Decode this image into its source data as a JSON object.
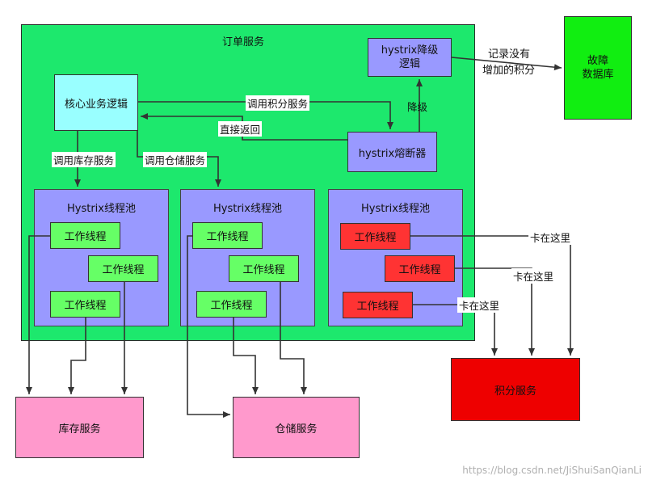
{
  "order_service": {
    "title": "订单服务"
  },
  "core_logic": {
    "label": "核心业务逻辑"
  },
  "fallback": {
    "line1": "hystrix降级",
    "line2": "逻辑"
  },
  "breaker": {
    "label": "hystrix熔断器"
  },
  "fault_db": {
    "line1": "故障",
    "line2": "数据库"
  },
  "pools": [
    {
      "title": "Hystrix线程池",
      "workers": [
        "工作线程",
        "工作线程",
        "工作线程"
      ]
    },
    {
      "title": "Hystrix线程池",
      "workers": [
        "工作线程",
        "工作线程",
        "工作线程"
      ]
    },
    {
      "title": "Hystrix线程池",
      "workers": [
        "工作线程",
        "工作线程",
        "工作线程"
      ]
    }
  ],
  "services": {
    "inventory": "库存服务",
    "warehouse": "仓储服务",
    "points": "积分服务"
  },
  "edge_labels": {
    "call_points": "调用积分服务",
    "return_direct": "直接返回",
    "degrade": "降级",
    "record_line1": "记录没有",
    "record_line2": "增加的积分",
    "call_inventory": "调用库存服务",
    "call_warehouse": "调用仓储服务",
    "stuck_1": "卡在这里",
    "stuck_2": "卡在这里",
    "stuck_3": "卡在这里"
  },
  "watermark": "https://blog.csdn.net/JiShuiSanQianLi",
  "colors": {
    "order_service": "#1de86d",
    "pool": "#9999ff",
    "worker_ok": "#66ff66",
    "worker_stuck": "#ff3333",
    "pink_service": "#ff99cc",
    "red_service": "#ee0000",
    "core_logic": "#99ffff",
    "fault_db": "#11ee11"
  }
}
